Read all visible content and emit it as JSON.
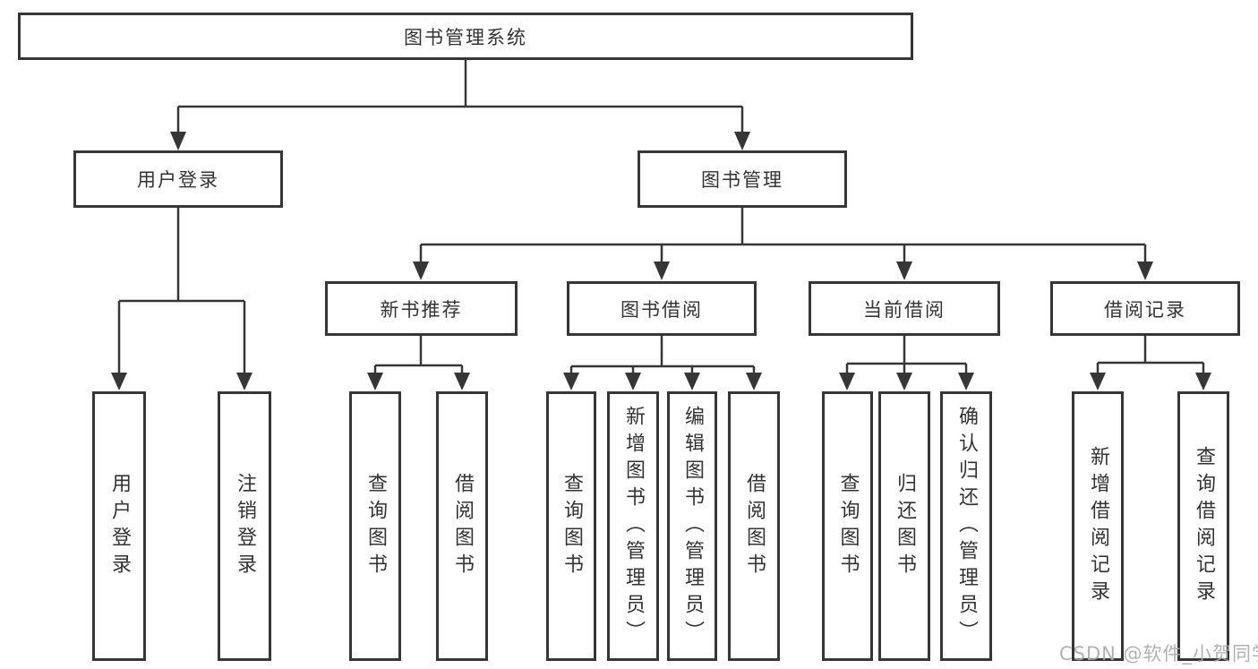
{
  "tree": {
    "root": "图书管理系统",
    "children": [
      {
        "label": "用户登录",
        "children": [
          "用户登录",
          "注销登录"
        ]
      },
      {
        "label": "图书管理",
        "children": [
          {
            "label": "新书推荐",
            "children": [
              "查询图书",
              "借阅图书"
            ]
          },
          {
            "label": "图书借阅",
            "children": [
              "查询图书",
              "新增图书（管理员）",
              "编辑图书（管理员）",
              "借阅图书"
            ]
          },
          {
            "label": "当前借阅",
            "children": [
              "查询图书",
              "归还图书",
              "确认归还（管理员）"
            ]
          },
          {
            "label": "借阅记录",
            "children": [
              "新增借阅记录",
              "查询借阅记录"
            ]
          }
        ]
      }
    ]
  },
  "watermark": {
    "text": "CSDN @软件_小贺同学"
  },
  "colors": {
    "line": "#363636",
    "box_border": "#363636",
    "text": "#333333",
    "background": "#ffffff",
    "watermark": "#a8a8a8"
  }
}
